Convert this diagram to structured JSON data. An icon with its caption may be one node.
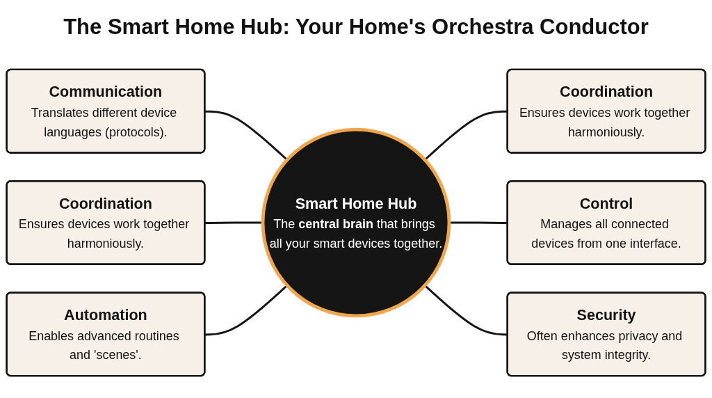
{
  "diagram": {
    "title": "The Smart Home Hub: Your Home's Orchestra Conductor",
    "nodes": [
      {
        "text": [
          "Communication",
          "Translates different device languages (protocols)."
        ]
      },
      {
        "text": [
          "Coordination",
          "Ensures devices work together harmoniously."
        ]
      },
      {
        "text": [
          "Automation",
          "Enables advanced routines and 'scenes'."
        ]
      },
      {
        "text": [
          "Smart Home Hub",
          "The **central brain** that brings all your smart devices together."
        ]
      },
      {
        "text": [
          "Coordination",
          "Ensures devices work together harmoniously."
        ]
      },
      {
        "text": [
          "Control",
          "Manages all connected devices from one interface."
        ]
      },
      {
        "text": [
          "Security",
          "Often enhances privacy and system integrity."
        ]
      }
    ],
    "edges": [
      {
        "from": 0,
        "to": 3,
        "arrow": "none"
      },
      {
        "from": 1,
        "to": 3,
        "arrow": "none"
      },
      {
        "from": 2,
        "to": 3,
        "arrow": "none"
      },
      {
        "from": 3,
        "to": 4,
        "arrow": "none"
      },
      {
        "from": 3,
        "to": 5,
        "arrow": "none"
      },
      {
        "from": 3,
        "to": 6,
        "arrow": "none"
      }
    ]
  }
}
